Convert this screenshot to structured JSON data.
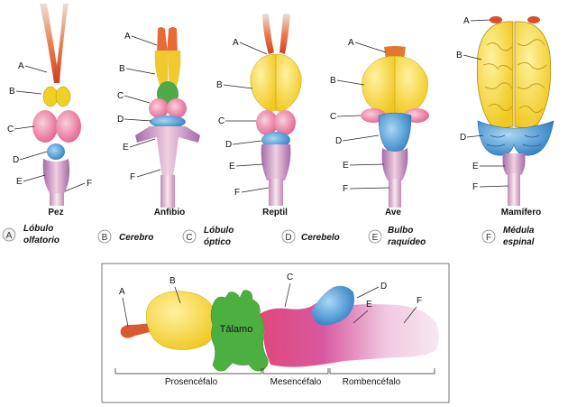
{
  "animals": [
    "Pez",
    "Anfibio",
    "Reptil",
    "Ave",
    "Mamífero"
  ],
  "part_letters": [
    "A",
    "B",
    "C",
    "D",
    "E",
    "F"
  ],
  "legend": [
    {
      "letter": "A",
      "line1": "Lóbulo",
      "line2": "olfatorio"
    },
    {
      "letter": "B",
      "line1": "Cerebro",
      "line2": ""
    },
    {
      "letter": "C",
      "line1": "Lóbulo",
      "line2": "óptico"
    },
    {
      "letter": "D",
      "line1": "Cerebelo",
      "line2": ""
    },
    {
      "letter": "E",
      "line1": "Bulbo",
      "line2": "raquídeo"
    },
    {
      "letter": "F",
      "line1": "Médula",
      "line2": "espinal"
    }
  ],
  "embryo": {
    "talamo": "Tálamo",
    "regions": [
      "Prosencéfalo",
      "Mesencéfalo",
      "Rombencéfalo"
    ]
  },
  "colors": {
    "olfactory": "#d8502a",
    "cerebrum": "#f2d43a",
    "optic": "#e8809a",
    "cerebellum": "#4a9ad4",
    "medulla": "#b888b8",
    "spinal": "#e0b8c8",
    "thalamus": "#5cb84c"
  }
}
